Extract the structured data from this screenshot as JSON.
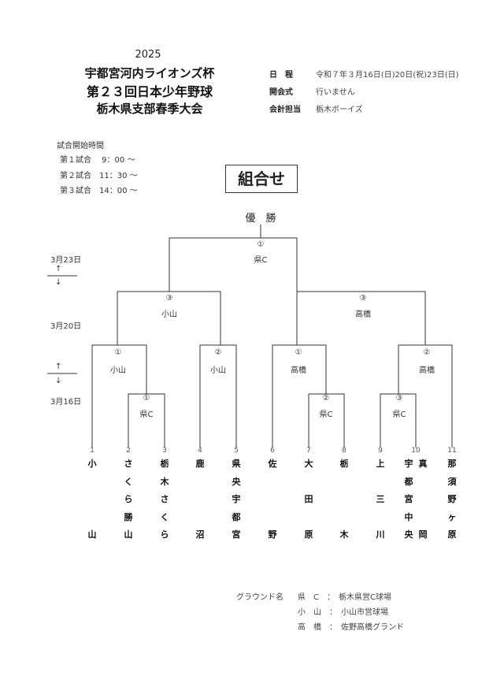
{
  "header": {
    "year": "2025",
    "title_lines": [
      "宇都宮河内ライオンズ杯",
      "第２３回日本少年野球",
      "栃木県支部春季大会"
    ]
  },
  "info": [
    {
      "label": "日　程",
      "value": "令和７年３月16日(日)20日(祝)23日(日)"
    },
    {
      "label": "開会式",
      "value": "行いません"
    },
    {
      "label": "会計担当",
      "value": "栃木ボーイズ"
    }
  ],
  "start_times": {
    "heading": "試合開始時間",
    "rows": [
      "第１試合　 9：00 ～",
      "第２試合　11：30 ～",
      "第３試合　14：00 ～"
    ]
  },
  "box_title": "組合せ",
  "champion_label": "優　勝",
  "dates": [
    "3月23日",
    "3月20日",
    "3月16日"
  ],
  "arrows": [
    "↑",
    "↓"
  ],
  "matches": {
    "final": {
      "no": "①",
      "ground": "県C"
    },
    "semi_left": {
      "no": "③",
      "ground": "小山"
    },
    "semi_right": {
      "no": "③",
      "ground": "高橋"
    },
    "qf1": {
      "no": "①",
      "ground": "小山"
    },
    "qf2": {
      "no": "②",
      "ground": "小山"
    },
    "qf3": {
      "no": "①",
      "ground": "高橋"
    },
    "qf4": {
      "no": "②",
      "ground": "高橋"
    },
    "r1a": {
      "no": "①",
      "ground": "県C"
    },
    "r1b": {
      "no": "②",
      "ground": "県C"
    },
    "r1c": {
      "no": "③",
      "ground": "県C"
    }
  },
  "teams": [
    {
      "no": "1",
      "name": [
        "小",
        "",
        "",
        "",
        "山"
      ]
    },
    {
      "no": "2",
      "name": [
        "さ",
        "く",
        "ら",
        "勝",
        "山"
      ]
    },
    {
      "no": "3",
      "name": [
        "栃",
        "木",
        "さ",
        "く",
        "ら"
      ]
    },
    {
      "no": "4",
      "name": [
        "鹿",
        "",
        "",
        "",
        "沼"
      ]
    },
    {
      "no": "5",
      "name": [
        "県",
        "央",
        "宇",
        "都",
        "宮"
      ]
    },
    {
      "no": "6",
      "name": [
        "佐",
        "",
        "",
        "",
        "野"
      ]
    },
    {
      "no": "7",
      "name": [
        "大",
        "",
        "田",
        "",
        "原"
      ]
    },
    {
      "no": "8",
      "name": [
        "栃",
        "",
        "",
        "",
        "木"
      ]
    },
    {
      "no": "9",
      "name": [
        "上",
        "",
        "三",
        "",
        "川"
      ]
    },
    {
      "no": "10",
      "name": [
        "宇",
        "都",
        "宮",
        "中",
        "央"
      ],
      "name2": [
        "真",
        "",
        "",
        "",
        "岡"
      ]
    },
    {
      "no": "11",
      "name": [
        "那",
        "須",
        "野",
        "ヶ",
        "原"
      ]
    }
  ],
  "grounds": {
    "heading": "グラウンド名",
    "rows": [
      {
        "k": "県　C",
        "sep": "：",
        "v": "栃木県営C球場"
      },
      {
        "k": "小　山",
        "sep": "：",
        "v": "小山市営球場"
      },
      {
        "k": "高　橋",
        "sep": "：",
        "v": "佐野高橋グランド"
      }
    ]
  }
}
